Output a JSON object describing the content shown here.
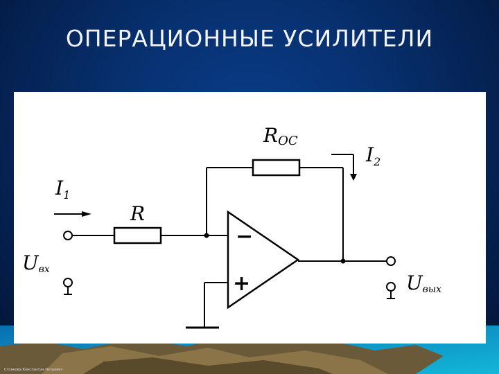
{
  "slide": {
    "title": "ОПЕРАЦИОННЫЕ УСИЛИТЕЛИ",
    "footer": "Стоянова Константин Петрович"
  },
  "diagram": {
    "labels": {
      "feedback_resistor_main": "R",
      "feedback_resistor_sub": "OC",
      "input_resistor": "R",
      "current_in_main": "I",
      "current_in_sub": "1",
      "current_fb_main": "I",
      "current_fb_sub": "2",
      "input_voltage_main": "U",
      "input_voltage_sub": "вх",
      "output_voltage_main": "U",
      "output_voltage_sub": "вых",
      "inverting_sign": "−",
      "noninverting_sign": "+"
    }
  }
}
